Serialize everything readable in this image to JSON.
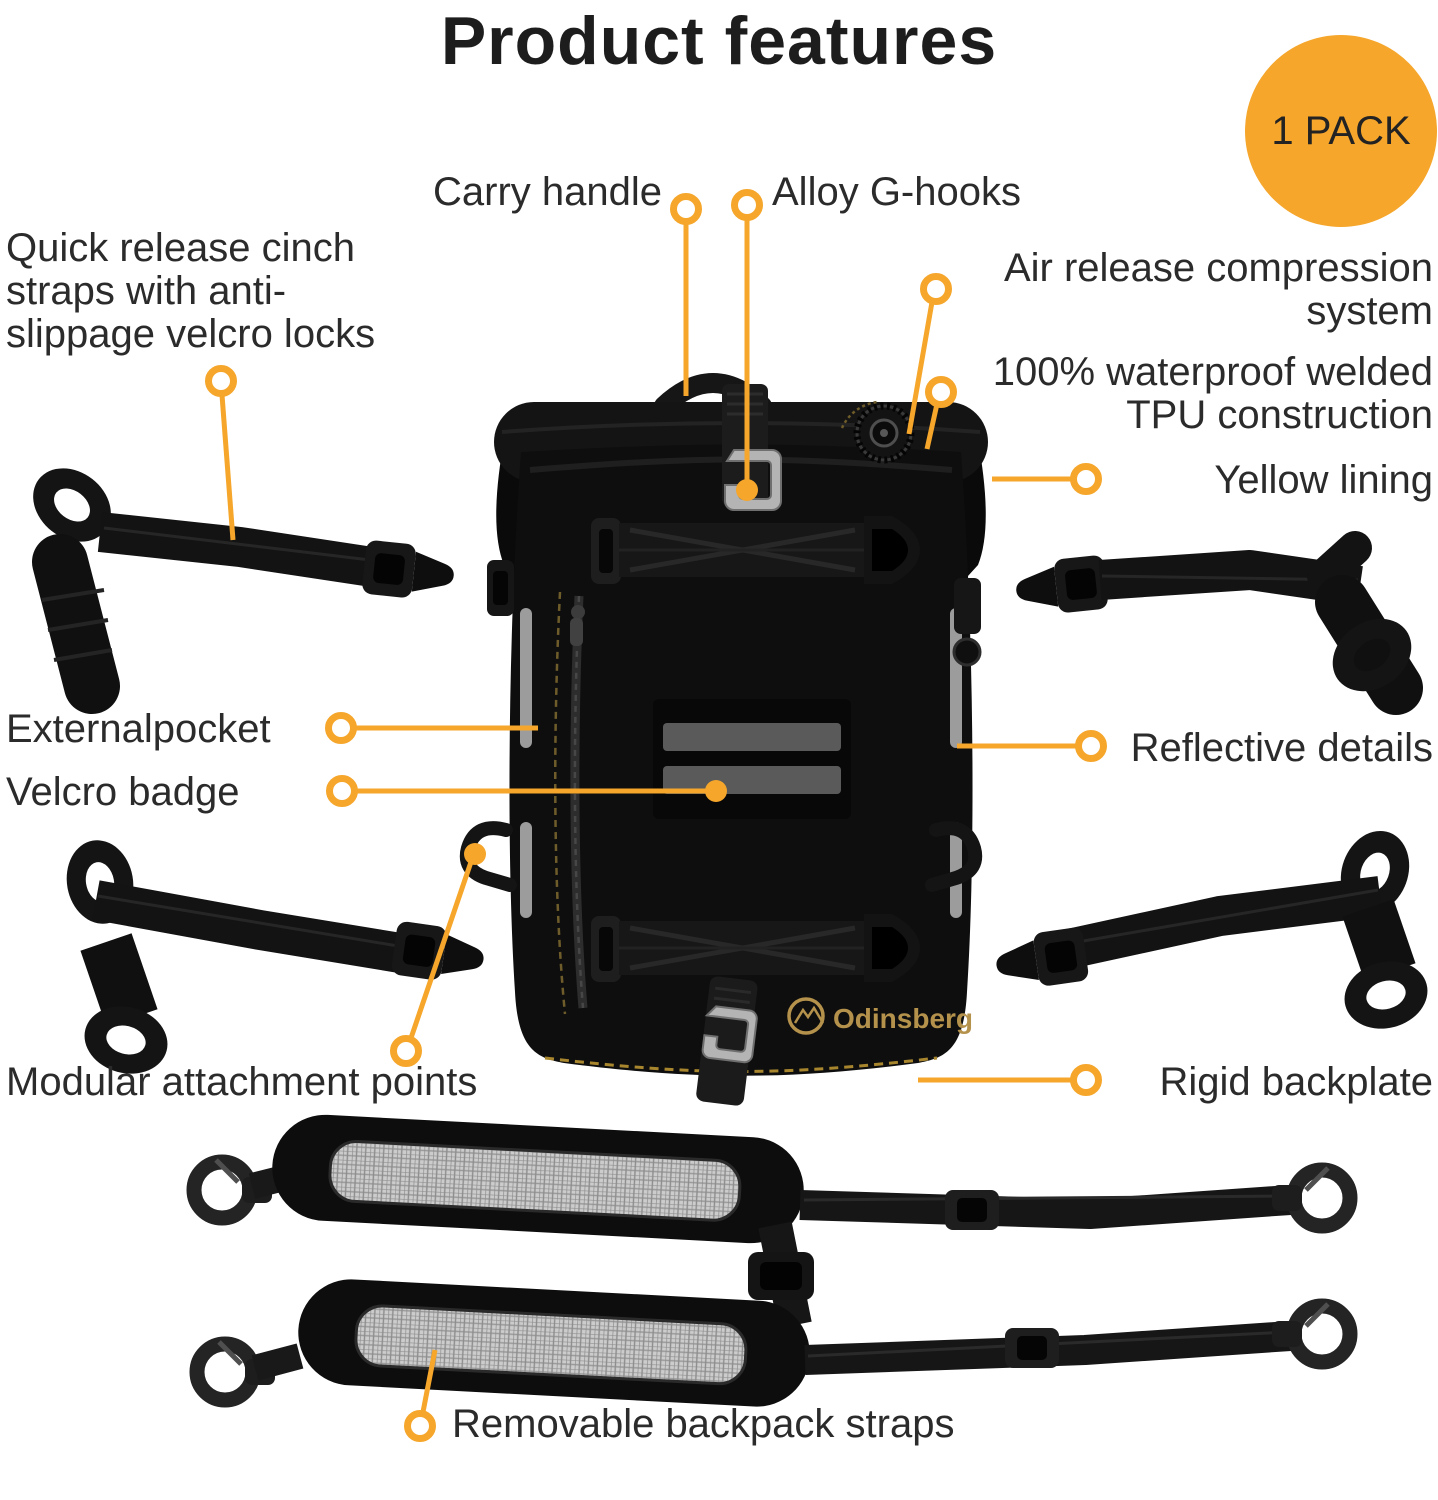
{
  "page": {
    "title": "Product features",
    "badge": "1 PACK"
  },
  "brand": "Odinsberg",
  "colors": {
    "accent": "#F5A62B",
    "text": "#2b2b2b",
    "product_black": "#0e0e0e",
    "logo_gold": "#b5924c",
    "reflective_gray": "#9c9c9c"
  },
  "callouts": [
    {
      "id": "carry-handle",
      "label": "Carry handle"
    },
    {
      "id": "alloy-g-hooks",
      "label": "Alloy G-hooks"
    },
    {
      "id": "quick-release-cinch-straps",
      "label": "Quick release cinch straps with anti-slippage velcro locks"
    },
    {
      "id": "air-release-compression-system",
      "label": "Air release compression system"
    },
    {
      "id": "waterproof-tpu-construction",
      "label": "100% waterproof welded TPU construction"
    },
    {
      "id": "yellow-lining",
      "label": "Yellow lining"
    },
    {
      "id": "external-pocket",
      "label": "Externalpocket"
    },
    {
      "id": "velcro-badge",
      "label": "Velcro badge"
    },
    {
      "id": "reflective-details",
      "label": "Reflective details"
    },
    {
      "id": "modular-attachment-points",
      "label": "Modular attachment points"
    },
    {
      "id": "rigid-backplate",
      "label": "Rigid backplate"
    },
    {
      "id": "removable-backpack-straps",
      "label": "Removable backpack straps"
    }
  ]
}
